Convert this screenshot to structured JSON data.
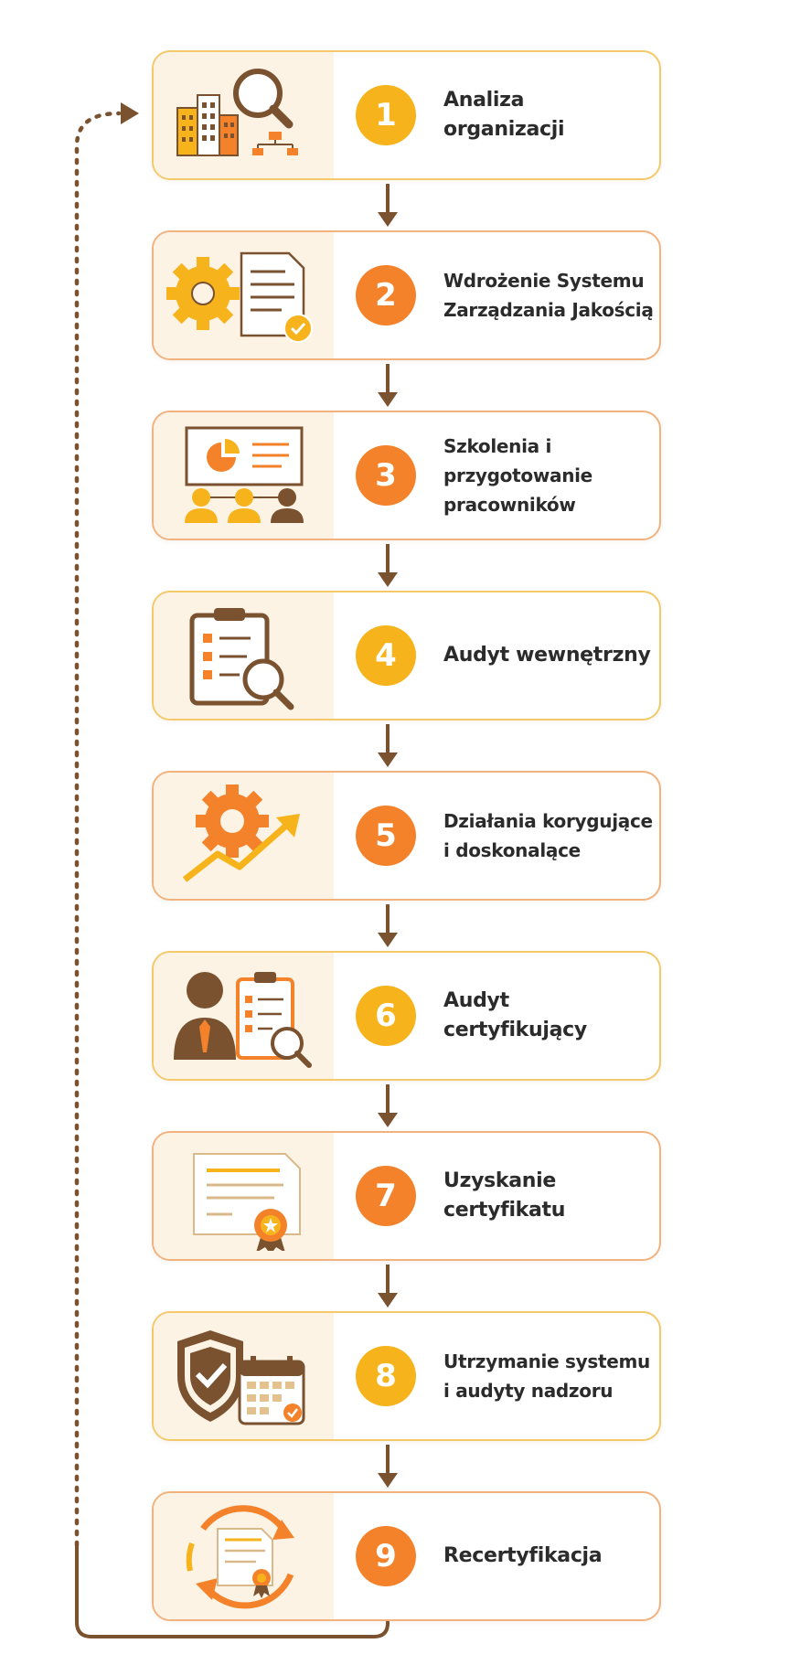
{
  "colors": {
    "yellow": "#f6b31b",
    "orange": "#f4822a",
    "brown": "#7a5230",
    "panel": "#fdf3e4",
    "border_yellow": "#f3c96a",
    "border_orange": "#f2b27e"
  },
  "steps": [
    {
      "number": "1",
      "label": "Analiza\norganizacji",
      "badge": "yellow",
      "icon": "building-search-icon"
    },
    {
      "number": "2",
      "label": "Wdrożenie Systemu\nZarządzania Jakością",
      "badge": "orange",
      "icon": "gear-document-icon"
    },
    {
      "number": "3",
      "label": "Szkolenia i przygotowanie\npracowników",
      "badge": "orange",
      "icon": "training-board-icon"
    },
    {
      "number": "4",
      "label": "Audyt wewnętrzny",
      "badge": "yellow",
      "icon": "clipboard-search-icon"
    },
    {
      "number": "5",
      "label": "Działania korygujące\ni doskonalące",
      "badge": "orange",
      "icon": "gear-growth-icon"
    },
    {
      "number": "6",
      "label": "Audyt certyfikujący",
      "badge": "yellow",
      "icon": "auditor-clipboard-icon"
    },
    {
      "number": "7",
      "label": "Uzyskanie\ncertyfikatu",
      "badge": "orange",
      "icon": "certificate-icon"
    },
    {
      "number": "8",
      "label": "Utrzymanie systemu\ni audyty nadzoru",
      "badge": "yellow",
      "icon": "shield-calendar-icon"
    },
    {
      "number": "9",
      "label": "Recertyfikacja",
      "badge": "orange",
      "icon": "recertification-cycle-icon"
    }
  ]
}
